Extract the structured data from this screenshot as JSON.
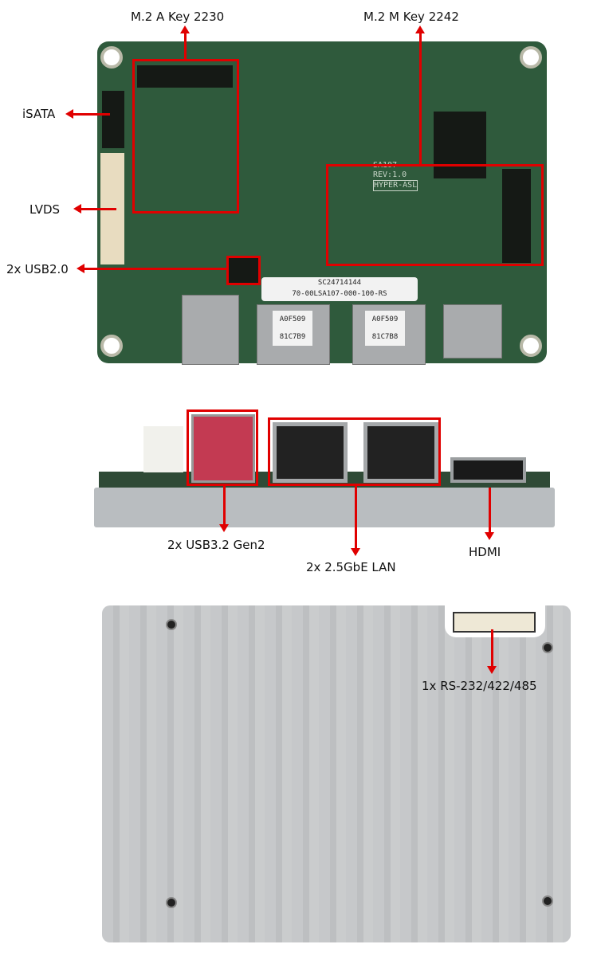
{
  "labels": {
    "m2_a": "M.2 A Key 2230",
    "m2_m": "M.2 M Key 2242",
    "isata": "iSATA",
    "lvds": "LVDS",
    "usb2": "2x USB2.0",
    "usb3": "2x USB3.2 Gen2",
    "lan": "2x 2.5GbE LAN",
    "hdmi": "HDMI",
    "serial": "1x RS-232/422/485"
  },
  "board_markings": {
    "model": "SA107",
    "rev": "REV:1.0",
    "brand": "HYPER-ASL",
    "sticker": "70-00LSA107-000-100-RS",
    "sticker_serial": "SC24714144",
    "lan_tag_top": "A0F509",
    "lan1_tag": "81C7B9",
    "lan2_tag": "81C7B8"
  },
  "colors": {
    "callout": "#e00000",
    "pcb": "#2f5a3c",
    "heatsink": "#c4c6c8"
  }
}
